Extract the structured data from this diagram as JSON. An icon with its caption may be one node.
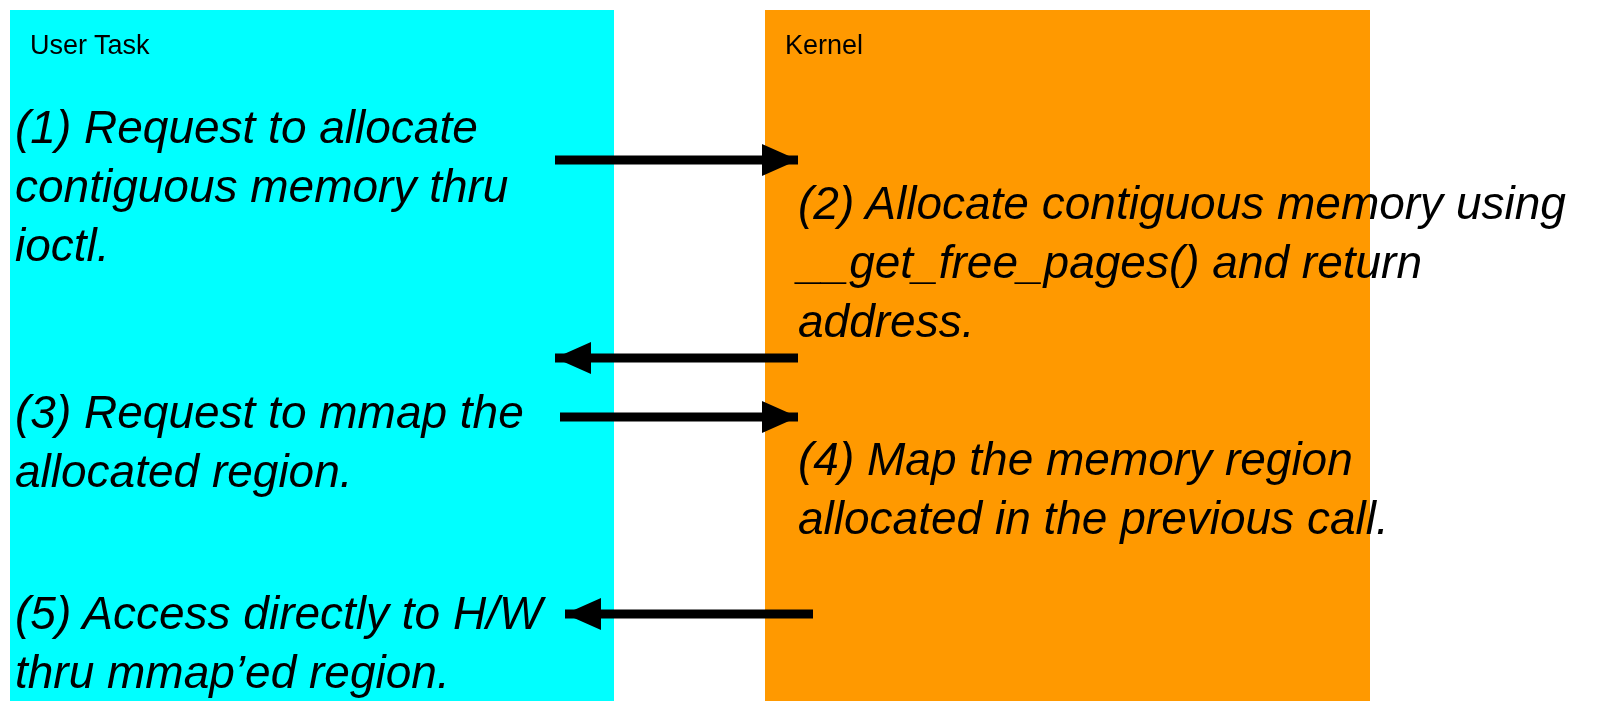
{
  "diagram": {
    "nodes": [
      {
        "text": [
          "User Task"
        ]
      },
      {
        "text": [
          "Kernel"
        ]
      },
      {
        "text": [
          "(1) Request to allocate contiguous memory thru ioctl."
        ],
        "in": 0
      },
      {
        "text": [
          "(2) Allocate contiguous memory using __get_free_pages() and return address."
        ],
        "in": 1
      },
      {
        "text": [
          "(3) Request to mmap the allocated region."
        ],
        "in": 0
      },
      {
        "text": [
          "(4) Map the memory region allocated in the previous call."
        ],
        "in": 1
      },
      {
        "text": [
          "(5) Access directly to H/W thru mmap’ed region."
        ],
        "in": 0
      }
    ],
    "edges": [
      {
        "from": 2,
        "to": 3,
        "arrow": "to"
      },
      {
        "from": 3,
        "to": 0,
        "arrow": "to"
      },
      {
        "from": 4,
        "to": 5,
        "arrow": "to"
      },
      {
        "from": 1,
        "to": 6,
        "arrow": "to"
      }
    ]
  }
}
